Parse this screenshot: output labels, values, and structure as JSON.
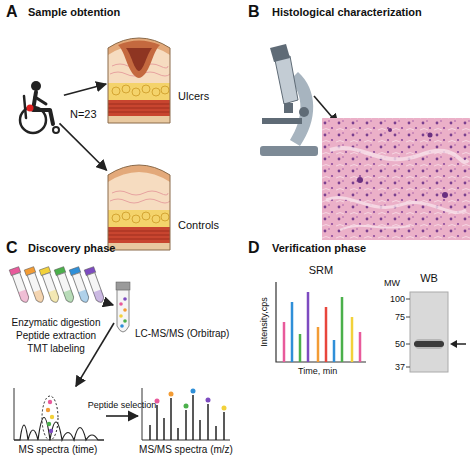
{
  "diagram": {
    "nodes": [
      {
        "text": [
          "N=23"
        ]
      },
      {
        "text": [
          "Ulcers"
        ]
      },
      {
        "text": [
          "Controls"
        ]
      },
      {
        "text": [
          "Enzymatic digestion Peptide extraction TMT labeling"
        ]
      },
      {
        "text": [
          "LC-MS/MS (Orbitrap)"
        ]
      },
      {
        "text": [
          "MS spectra (time)"
        ]
      },
      {
        "text": [
          "MS/MS spectra (m/z)"
        ]
      },
      {
        "text": [
          "SRM"
        ]
      },
      {
        "text": [
          "WB"
        ]
      }
    ],
    "edges": [
      {
        "from": 0,
        "to": 1,
        "arrow": "to"
      },
      {
        "from": 0,
        "to": 2,
        "arrow": "to"
      },
      {
        "from": 3,
        "to": 4,
        "arrow": "to"
      },
      {
        "from": 4,
        "to": 5,
        "arrow": "to"
      },
      {
        "from": 5,
        "to": 6,
        "arrow": "to",
        "label": "Peptide selection"
      }
    ],
    "labels": [
      "A",
      "Sample obtention",
      "B",
      "Histological characterization",
      "C",
      "Discovery phase",
      "D",
      "Verification phase",
      "Intensity,cps",
      "Time, min",
      "MW",
      "100",
      "75",
      "50",
      "37"
    ]
  }
}
